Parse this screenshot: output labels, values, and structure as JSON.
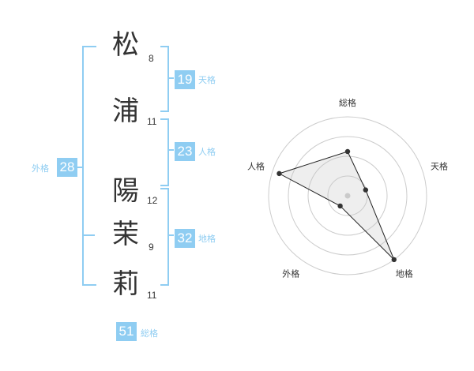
{
  "name": {
    "chars": [
      {
        "char": "松",
        "strokes": "8"
      },
      {
        "char": "浦",
        "strokes": "11"
      },
      {
        "char": "陽",
        "strokes": "12"
      },
      {
        "char": "茉",
        "strokes": "9"
      },
      {
        "char": "莉",
        "strokes": "11"
      }
    ]
  },
  "fortune": {
    "tenkaku": {
      "value": "19",
      "label": "天格"
    },
    "jinkaku": {
      "value": "23",
      "label": "人格"
    },
    "chikaku": {
      "value": "32",
      "label": "地格"
    },
    "gaikaku": {
      "value": "28",
      "label": "外格"
    },
    "soukaku": {
      "value": "51",
      "label": "総格"
    }
  },
  "colors": {
    "accent": "#8fcdf2",
    "text": "#333333",
    "grid": "#cccccc"
  },
  "chart_data": {
    "type": "radar",
    "axes": [
      "総格",
      "天格",
      "地格",
      "外格",
      "人格"
    ],
    "values": [
      0.56,
      0.24,
      1.0,
      0.16,
      0.91
    ],
    "max": 1.0,
    "rings": 4
  }
}
